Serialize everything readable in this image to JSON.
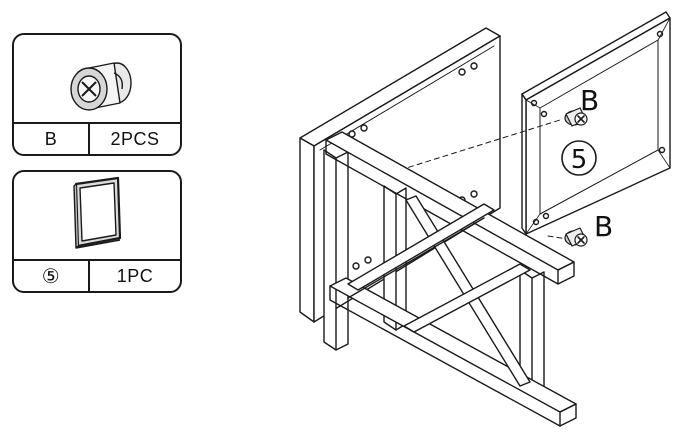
{
  "parts": [
    {
      "id": "B",
      "label": "B",
      "quantity": "2PCS",
      "icon": "cam-lock-fitting-icon"
    },
    {
      "id": "5",
      "label": "⑤",
      "quantity": "1PC",
      "icon": "panel-frame-icon"
    }
  ],
  "callouts": {
    "fitting_top": "B",
    "fitting_bottom": "B",
    "panel_number": "5"
  },
  "colors": {
    "line": "#1a1a1a",
    "background": "#ffffff"
  }
}
